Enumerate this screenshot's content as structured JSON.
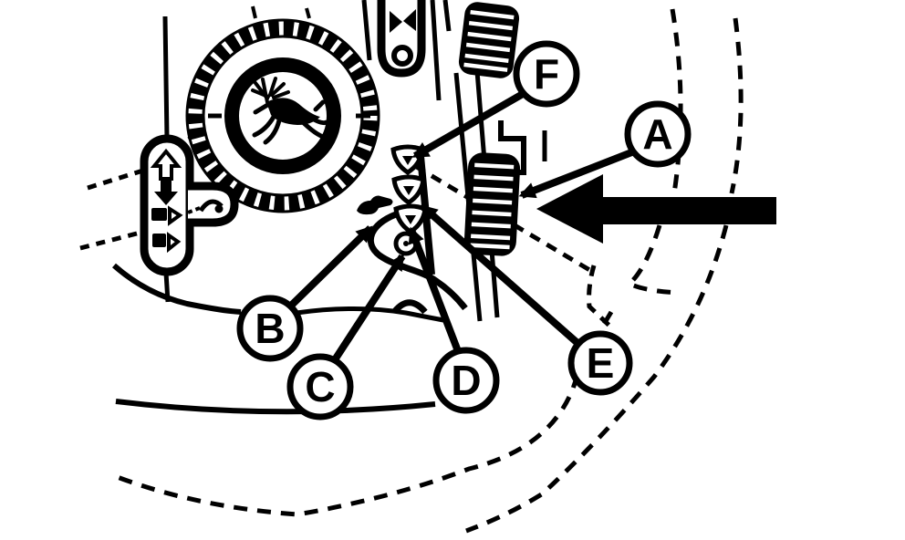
{
  "figure": {
    "kind": "line-art-diagram",
    "background_color": "#ffffff",
    "line_color": "#000000",
    "logo_icon": "leaping-deer-logo",
    "components": [
      "rotary-selection-dial",
      "left-keypad",
      "top-slot-control",
      "control-lever",
      "thumbwheel",
      "button-cluster",
      "big-pointer-arrow"
    ]
  },
  "callouts": [
    {
      "label": "A"
    },
    {
      "label": "B"
    },
    {
      "label": "C"
    },
    {
      "label": "D"
    },
    {
      "label": "E"
    },
    {
      "label": "F"
    }
  ]
}
